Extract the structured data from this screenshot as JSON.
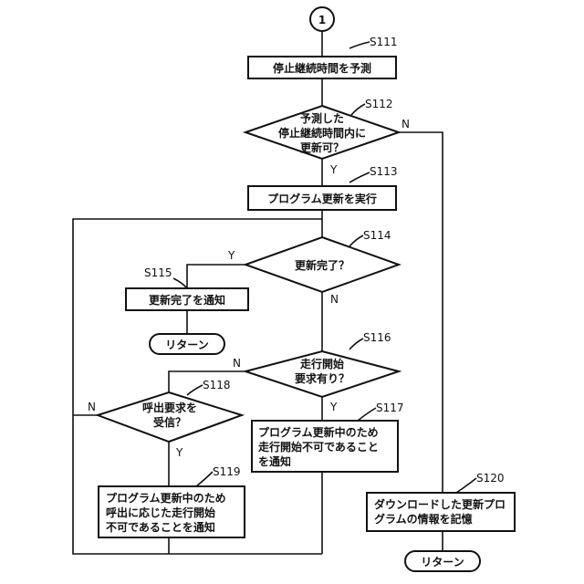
{
  "connector": "1",
  "steps": {
    "s111": {
      "id": "S111",
      "text": "停止継続時間を予測"
    },
    "s112": {
      "id": "S112",
      "lines": [
        "予測した",
        "停止継続時間内に",
        "更新可？"
      ]
    },
    "s113": {
      "id": "S113",
      "text": "プログラム更新を実行"
    },
    "s114": {
      "id": "S114",
      "text": "更新完了？"
    },
    "s115": {
      "id": "S115",
      "text": "更新完了を通知"
    },
    "s116": {
      "id": "S116",
      "lines": [
        "走行開始",
        "要求有り？"
      ]
    },
    "s117": {
      "id": "S117",
      "lines": [
        "プログラム更新中のため",
        "走行開始不可であること",
        "を通知"
      ]
    },
    "s118": {
      "id": "S118",
      "lines": [
        "呼出要求を",
        "受信？"
      ]
    },
    "s119": {
      "id": "S119",
      "lines": [
        "プログラム更新中のため",
        "呼出に応じた走行開始",
        "不可であることを通知"
      ]
    },
    "s120": {
      "id": "S120",
      "lines": [
        "ダウンロードした更新プロ",
        "グラムの情報を記憶"
      ]
    }
  },
  "return_label": "リターン",
  "yes_label": "Y",
  "no_label": "N"
}
